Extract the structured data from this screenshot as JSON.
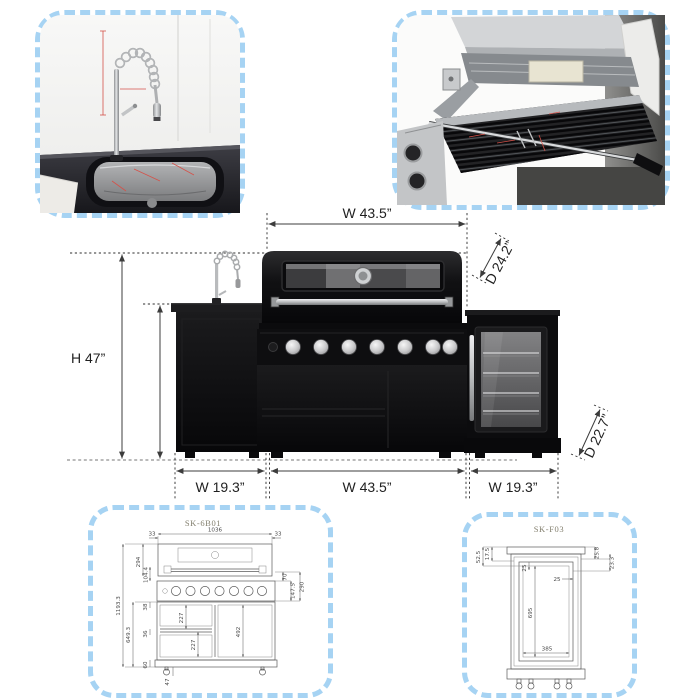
{
  "colors": {
    "background": "#ffffff",
    "dashed_border": "#a6d3f3",
    "product_black": "#0c0c0e",
    "drawing_line": "#5a5a5a",
    "dimension_text": "#4a4a4a",
    "label_text": "#1f1f1f",
    "drawing_title_text": "#84806f",
    "chrome": "#c4c6c8",
    "red_annotation": "#d4524a"
  },
  "photos": {
    "sink": "sink-faucet-photo",
    "grill": "grill-rotisserie-photo"
  },
  "main_diagram": {
    "overall_height": "H 47”",
    "top_width": "W 43.5”",
    "grill_depth": "D 24.2”",
    "fridge_depth": "D 22.7”",
    "module_widths": {
      "left": "W 19.3”",
      "center": "W 43.5”",
      "right": "W 19.3”"
    }
  },
  "sk6b01": {
    "title": "SK-6B01",
    "dims": {
      "hood_width": "1036",
      "hood_offset_left": "33",
      "hood_offset_right": "33",
      "hood_height": "294",
      "handle_band_height": "104.4",
      "overall_height": "1193.3",
      "cabinet_height": "649.3",
      "right_gap": "70",
      "panel_height": "147.5",
      "head_height": "290",
      "drawer_top_height": "227",
      "drawer_bottom_height": "227",
      "door_height": "492",
      "gap_upper": "38",
      "gap_lower": "36",
      "base_height": "60",
      "caster_height": "47"
    }
  },
  "skf03": {
    "title": "SK-F03",
    "dims": {
      "top_height_outer": "52.5",
      "top_height_inner": "17.5",
      "top_right_outer": "25.8",
      "top_right_inner": "23.3",
      "frame_top_inset": "25",
      "frame_side_inset": "25",
      "door_opening_height": "695",
      "door_opening_width": "385"
    }
  }
}
